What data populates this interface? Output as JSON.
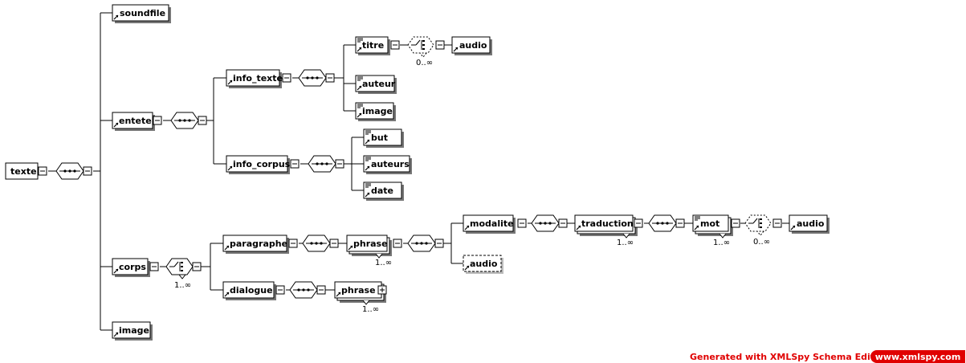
{
  "diagram": {
    "root": "texte",
    "elements": {
      "texte": "texte",
      "soundfile": "soundfile",
      "entete": "entete",
      "info_texte": "info_texte",
      "titre": "titre",
      "titre_audio": "audio",
      "auteur": "auteur",
      "image_entete": "image",
      "info_corpus": "info_corpus",
      "but": "but",
      "auteurs": "auteurs",
      "date": "date",
      "corps": "corps",
      "paragraphe": "paragraphe",
      "phrase_paragraphe": "phrase",
      "modalite": "modalite",
      "phrase_audio": "audio",
      "traduction": "traduction",
      "mot": "mot",
      "mot_audio": "audio",
      "dialogue": "dialogue",
      "phrase_dialogue": "phrase",
      "image_root": "image"
    },
    "cardinalities": {
      "titre_choice": "0..∞",
      "corps_choice": "1..∞",
      "phrase_paragraphe": "1..∞",
      "traduction": "1..∞",
      "mot": "1..∞",
      "mot_choice": "0..∞",
      "phrase_dialogue": "1..∞"
    }
  },
  "footer": {
    "generated": "Generated with XMLSpy Schema Editor",
    "url": "www.xmlspy.com"
  }
}
